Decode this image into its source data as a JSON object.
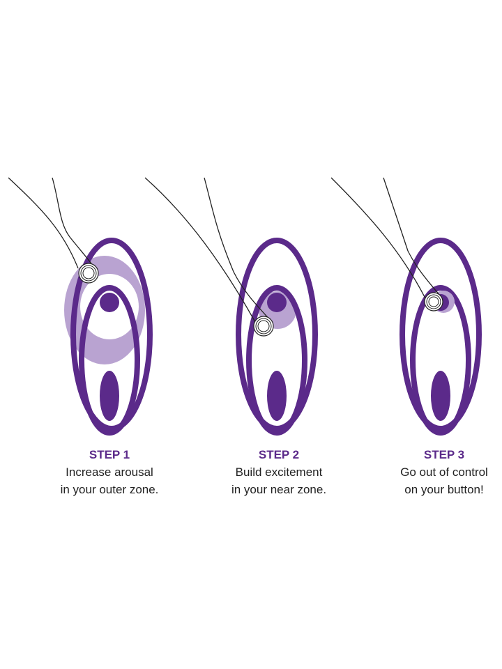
{
  "colors": {
    "purple": "#5b2a8a",
    "light": "#b9a3d1"
  },
  "steps": [
    {
      "title": "STEP 1",
      "line1": "Increase arousal",
      "line2": "in your outer zone."
    },
    {
      "title": "STEP 2",
      "line1": "Build excitement",
      "line2": "in your near zone."
    },
    {
      "title": "STEP 3",
      "line1": "Go out of control",
      "line2": "on your button!"
    }
  ]
}
